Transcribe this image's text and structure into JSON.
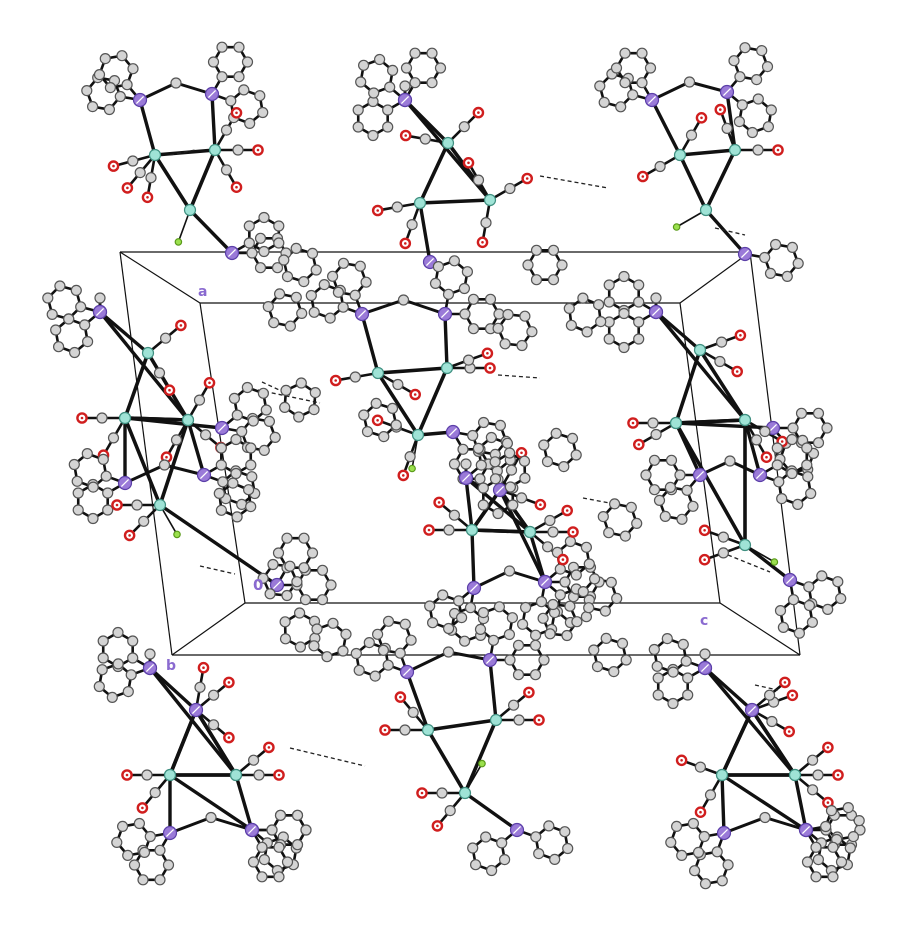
{
  "axis_labels": {
    "a": "a",
    "b": "b",
    "c": "c",
    "origin": "0"
  },
  "colors": {
    "background": "#ffffff",
    "bond": "#111111",
    "cell_edge": "#111111",
    "hbond": "#222222",
    "carbon_fill": "#d4d4d4",
    "carbon_stroke": "#555555",
    "oxygen": "#d01e1e",
    "phosphorus": "#9a7ad8",
    "metal": "#9fe3d6",
    "metal_stroke": "#3f8f80",
    "hydrogen": "#9be04e",
    "label": "#8a6ad0"
  },
  "atom_kinds": [
    "carbon",
    "oxygen",
    "phosphorus",
    "metal",
    "hydrogen"
  ]
}
